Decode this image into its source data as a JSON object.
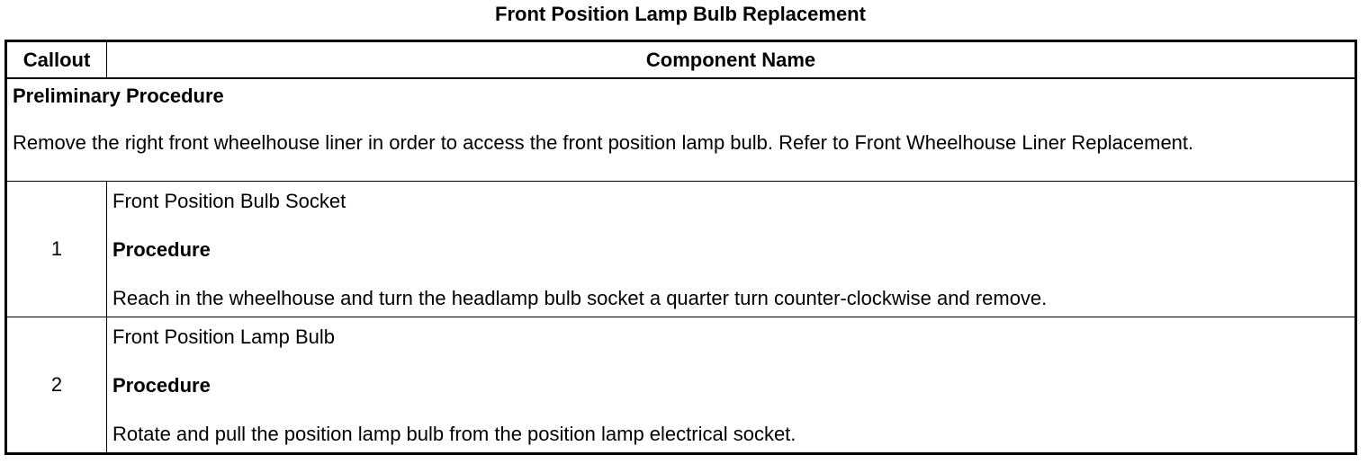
{
  "document": {
    "title": "Front Position Lamp Bulb Replacement"
  },
  "table": {
    "headers": {
      "callout": "Callout",
      "component": "Component Name"
    },
    "preliminary": {
      "heading": "Preliminary Procedure",
      "text": "Remove the right front wheelhouse liner in order to access the front position lamp bulb. Refer to Front Wheelhouse Liner Replacement."
    },
    "rows": [
      {
        "callout": "1",
        "component": "Front Position Bulb Socket",
        "procedure_heading": "Procedure",
        "procedure_text": "Reach in the wheelhouse and turn the headlamp bulb socket a quarter turn counter-clockwise and remove."
      },
      {
        "callout": "2",
        "component": "Front Position Lamp Bulb",
        "procedure_heading": "Procedure",
        "procedure_text": "Rotate and pull the position lamp bulb from the position lamp electrical socket."
      }
    ]
  }
}
